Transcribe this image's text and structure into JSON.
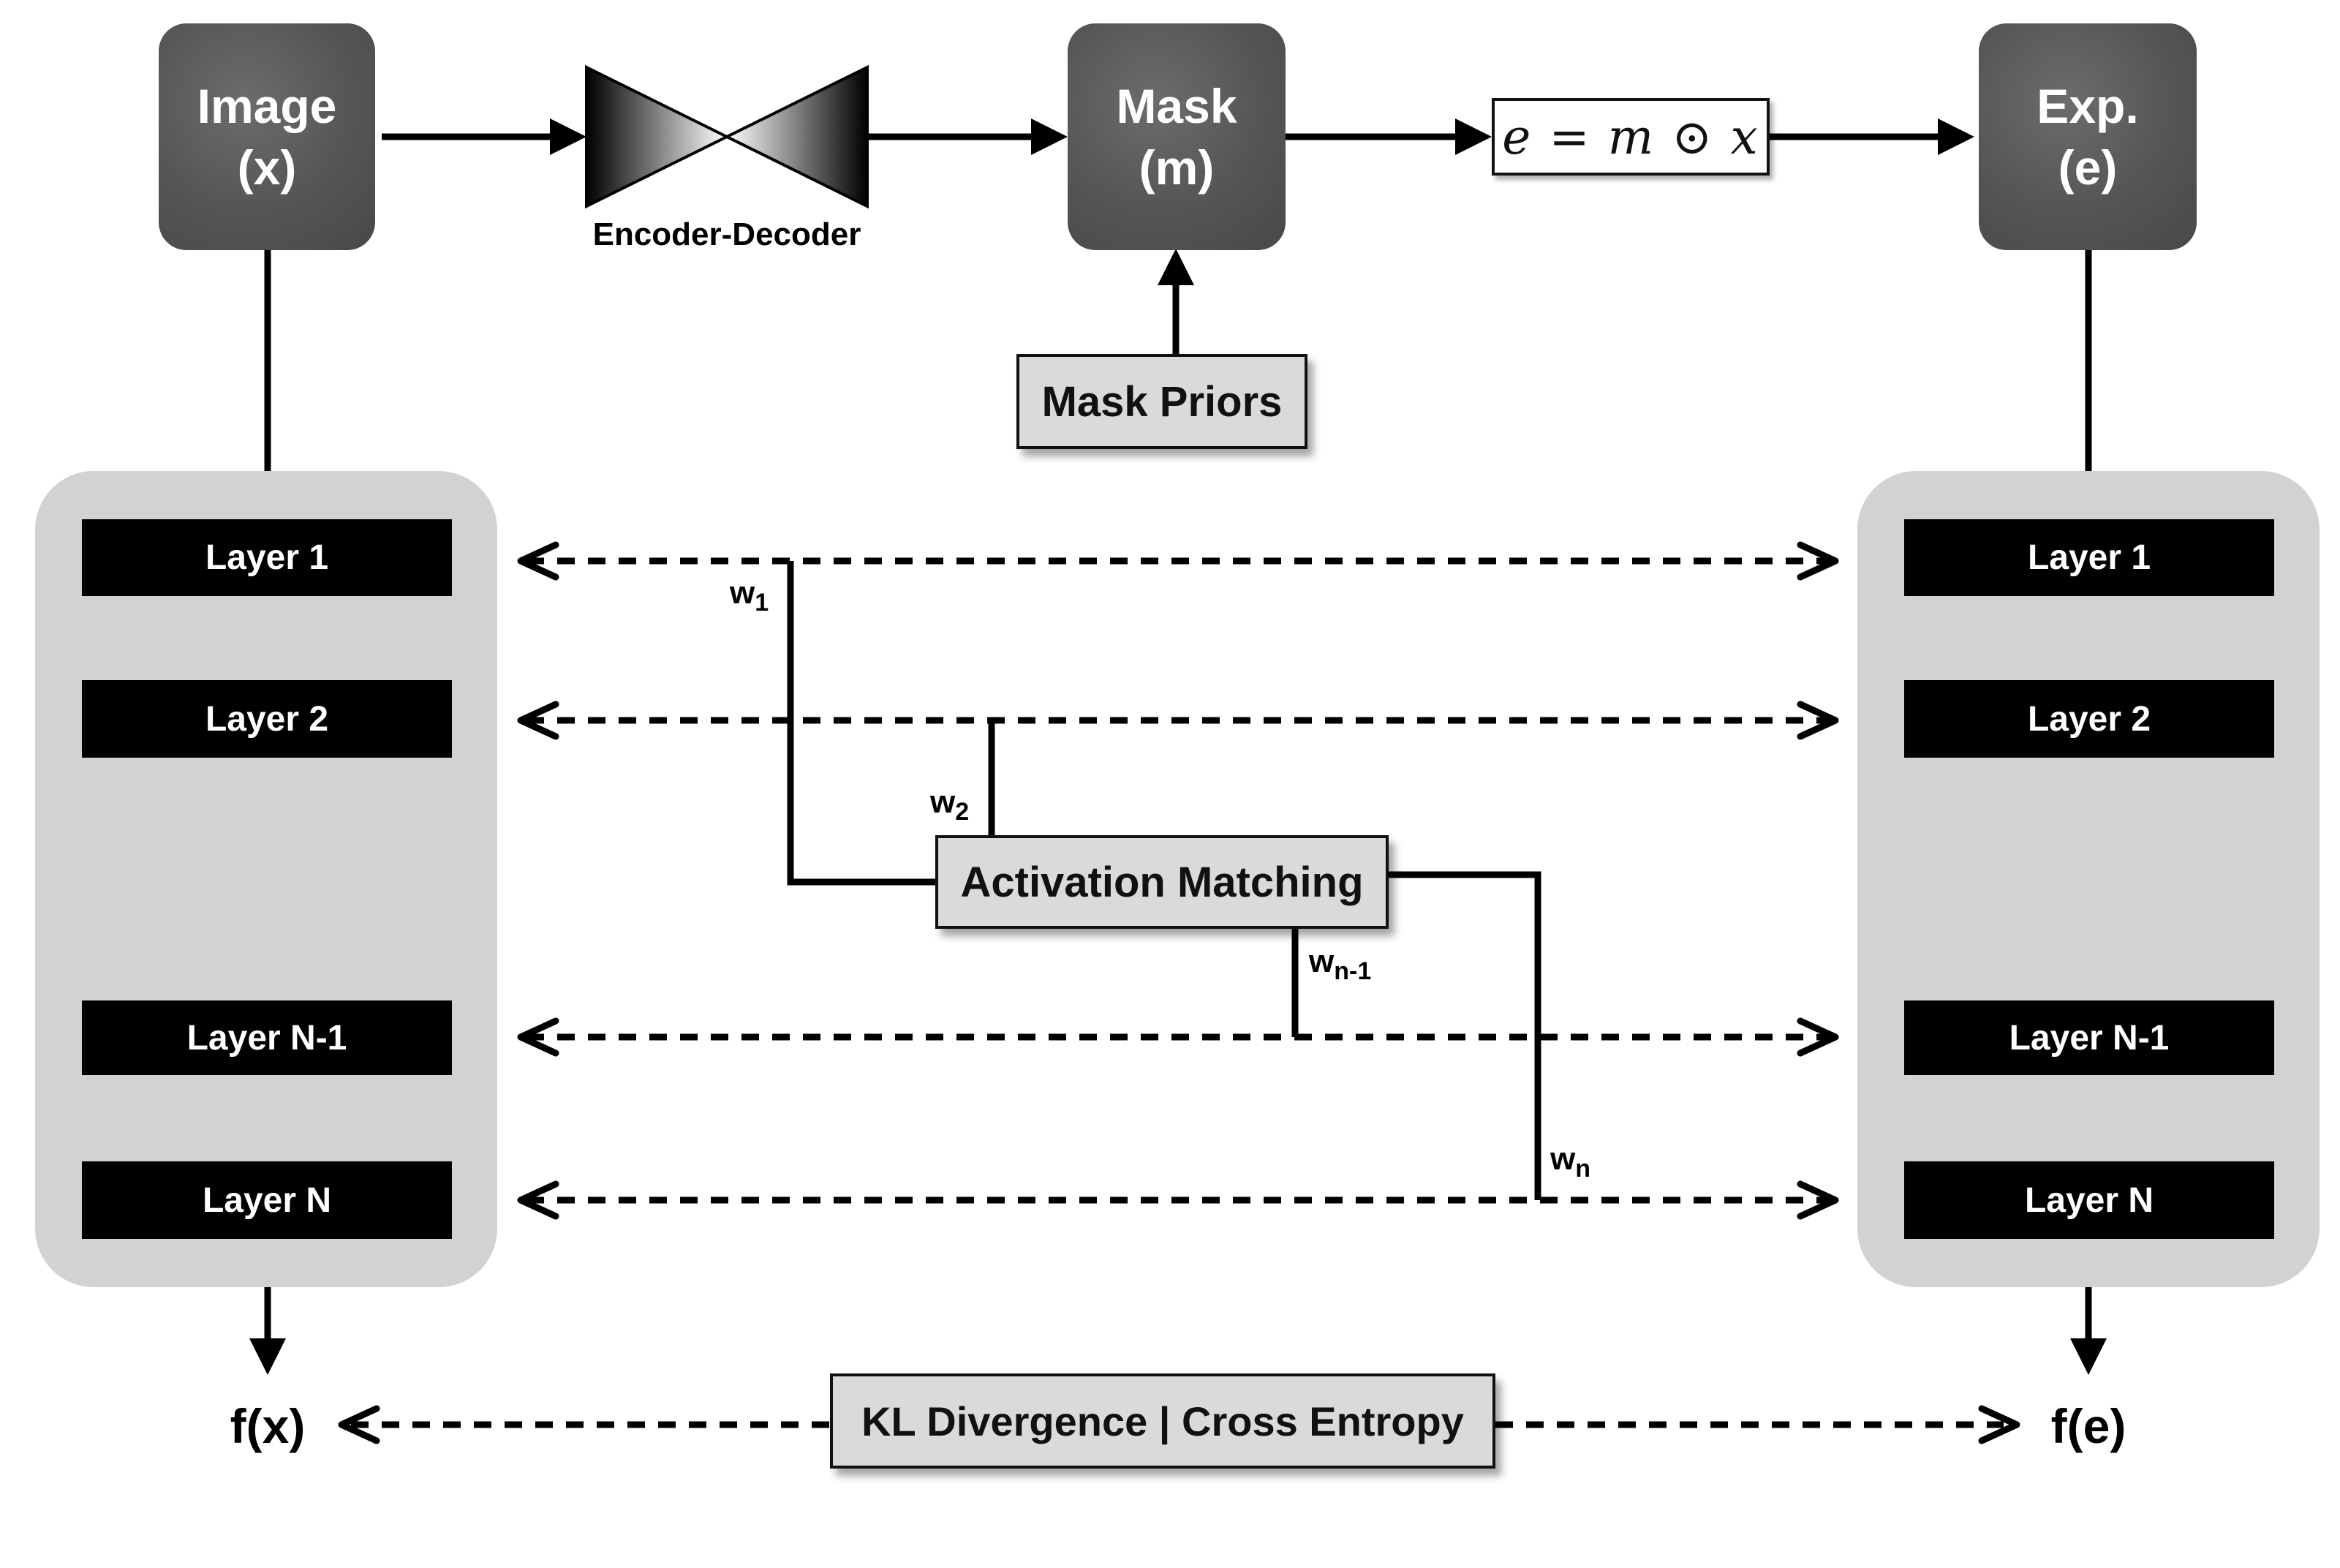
{
  "top": {
    "image": {
      "line1": "Image",
      "line2": "(x)"
    },
    "encoder_decoder_label": "Encoder-Decoder",
    "mask": {
      "line1": "Mask",
      "line2": "(m)"
    },
    "formula": "e = m ⊙ x",
    "explanation": {
      "line1": "Exp.",
      "line2": "(e)"
    },
    "mask_priors": "Mask Priors"
  },
  "left_network": {
    "layers": [
      "Layer 1",
      "Layer 2",
      "Layer N-1",
      "Layer N"
    ]
  },
  "right_network": {
    "layers": [
      "Layer 1",
      "Layer 2",
      "Layer N-1",
      "Layer N"
    ]
  },
  "activation_matching": "Activation Matching",
  "weights": {
    "w1": {
      "base": "w",
      "sub": "1"
    },
    "w2": {
      "base": "w",
      "sub": "2"
    },
    "wn1": {
      "base": "w",
      "sub": "n-1"
    },
    "wn": {
      "base": "w",
      "sub": "n"
    }
  },
  "bottom": {
    "fx": "f(x)",
    "fe": "f(e)",
    "loss": "KL Divergence | Cross Entropy"
  },
  "colors": {
    "dark_box": "#555555",
    "panel": "#d2d2d2",
    "layer": "#000000",
    "gray_box": "#dadada"
  }
}
